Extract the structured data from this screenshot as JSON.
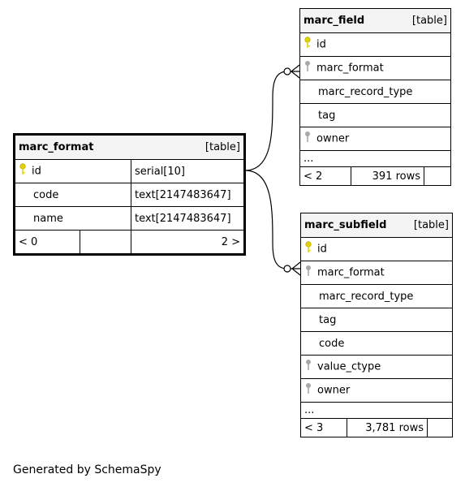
{
  "tables": {
    "marc_format": {
      "name": "marc_format",
      "type": "[table]",
      "columns": [
        {
          "name": "id",
          "type": "serial[10]",
          "key": "primary"
        },
        {
          "name": "code",
          "type": "text[2147483647]",
          "key": "none"
        },
        {
          "name": "name",
          "type": "text[2147483647]",
          "key": "none"
        }
      ],
      "footer": {
        "left": "< 0",
        "right": "2 >"
      }
    },
    "marc_field": {
      "name": "marc_field",
      "type": "[table]",
      "columns": [
        {
          "name": "id",
          "key": "primary"
        },
        {
          "name": "marc_format",
          "key": "foreign"
        },
        {
          "name": "marc_record_type",
          "key": "none"
        },
        {
          "name": "tag",
          "key": "none"
        },
        {
          "name": "owner",
          "key": "foreign"
        }
      ],
      "more": "...",
      "footer": {
        "left": "< 2",
        "rows": "391 rows"
      }
    },
    "marc_subfield": {
      "name": "marc_subfield",
      "type": "[table]",
      "columns": [
        {
          "name": "id",
          "key": "primary"
        },
        {
          "name": "marc_format",
          "key": "foreign"
        },
        {
          "name": "marc_record_type",
          "key": "none"
        },
        {
          "name": "tag",
          "key": "none"
        },
        {
          "name": "code",
          "key": "none"
        },
        {
          "name": "value_ctype",
          "key": "foreign"
        },
        {
          "name": "owner",
          "key": "foreign"
        }
      ],
      "more": "...",
      "footer": {
        "left": "< 3",
        "rows": "3,781 rows"
      }
    }
  },
  "colors": {
    "primary_key": "#e6d400",
    "foreign_key": "#a8a8a8"
  },
  "generated_by": "Generated by SchemaSpy"
}
